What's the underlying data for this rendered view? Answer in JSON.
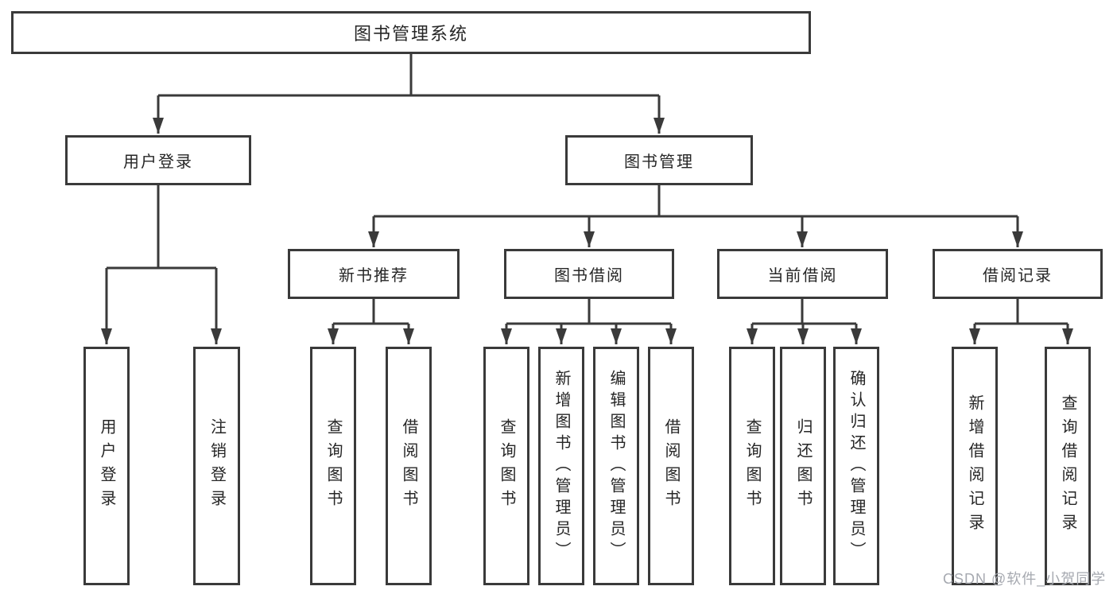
{
  "tree": {
    "label": "图书管理系统",
    "children": [
      {
        "label": "用户登录",
        "children": [
          {
            "label": "用户登录"
          },
          {
            "label": "注销登录"
          }
        ]
      },
      {
        "label": "图书管理",
        "children": [
          {
            "label": "新书推荐",
            "children": [
              {
                "label": "查询图书"
              },
              {
                "label": "借阅图书"
              }
            ]
          },
          {
            "label": "图书借阅",
            "children": [
              {
                "label": "查询图书"
              },
              {
                "label": "新增图书（管理员）"
              },
              {
                "label": "编辑图书（管理员）"
              },
              {
                "label": "借阅图书"
              }
            ]
          },
          {
            "label": "当前借阅",
            "children": [
              {
                "label": "查询图书"
              },
              {
                "label": "归还图书"
              },
              {
                "label": "确认归还（管理员）"
              }
            ]
          },
          {
            "label": "借阅记录",
            "children": [
              {
                "label": "新增借阅记录"
              },
              {
                "label": "查询借阅记录"
              }
            ]
          }
        ]
      }
    ]
  },
  "watermark": {
    "text": "CSDN @软件_小贺同学"
  },
  "colors": {
    "line": "#3a3a3a",
    "box_border": "#3a3a3a",
    "text": "#262626",
    "watermark": "#a6a9b0",
    "background": "#ffffff"
  }
}
